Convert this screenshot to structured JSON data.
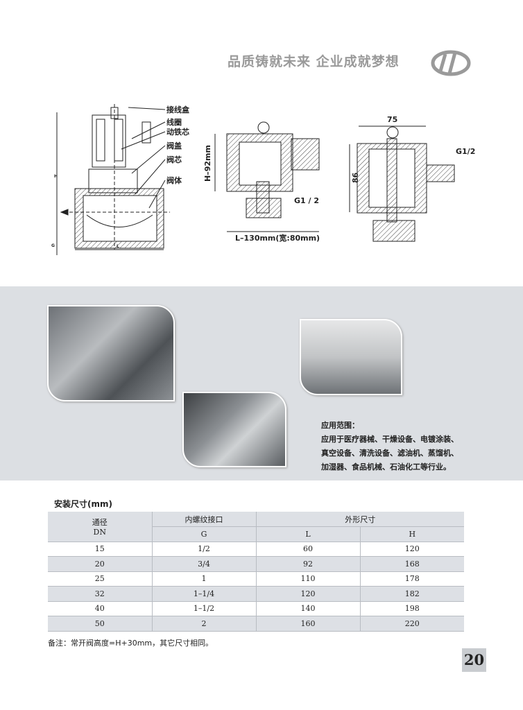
{
  "header": {
    "slogan": "品质铸就未来  企业成就梦想"
  },
  "diagram1": {
    "labels": [
      "接线盒",
      "线圈",
      "动铁芯",
      "阀盖",
      "阀芯",
      "阀体"
    ],
    "dims": [
      "H",
      "G",
      "L"
    ]
  },
  "diagram2": {
    "height": "H–92mm",
    "length": "L–130mm(宽:80mm)",
    "thread": "G1 / 2"
  },
  "diagram3": {
    "width": "75",
    "height": "86",
    "thread": "G1/2"
  },
  "application": {
    "title": "应用范围：",
    "lines": [
      "应用于医疗器械、干燥设备、电镀涂装、",
      "真空设备、清洗设备、滤油机、蒸馏机、",
      "加湿器、食品机械、石油化工等行业。"
    ]
  },
  "table": {
    "title": "安装尺寸(mm)",
    "headers": {
      "dn": "通径",
      "dn_en": "DN",
      "thread": "内螺纹接口",
      "outer": "外形尺寸",
      "g": "G",
      "l": "L",
      "h": "H"
    },
    "rows": [
      [
        "15",
        "1/2",
        "60",
        "120"
      ],
      [
        "20",
        "3/4",
        "92",
        "168"
      ],
      [
        "25",
        "1",
        "110",
        "178"
      ],
      [
        "32",
        "1–1/4",
        "120",
        "182"
      ],
      [
        "40",
        "1–1/2",
        "140",
        "198"
      ],
      [
        "50",
        "2",
        "160",
        "220"
      ]
    ]
  },
  "note": "备注：常开阀高度=H+30mm，其它尺寸相同。",
  "page_number": "20"
}
